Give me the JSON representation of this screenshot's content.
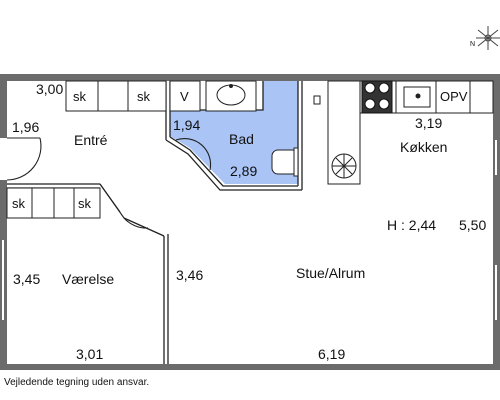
{
  "plan": {
    "rooms": {
      "entre": "Entré",
      "bad": "Bad",
      "kokken": "Køkken",
      "vaerelse": "Værelse",
      "stue": "Stue/Alrum"
    },
    "dims": {
      "entre_top": "3,00",
      "entre_side": "1,96",
      "bad_left": "1,94",
      "bad_bottom": "2,89",
      "kokken_top": "3,19",
      "stue_right": "5,50",
      "vaerelse_left": "3,45",
      "vaerelse_right": "3,46",
      "vaerelse_bottom": "3,01",
      "stue_bottom": "6,19"
    },
    "ceiling_height": "H : 2,44",
    "fixtures": {
      "sk": "sk",
      "v": "V",
      "opv": "OPV"
    },
    "colors": {
      "wall": "#6b6b6b",
      "bathroom": "#a9c4f5",
      "line": "#222222"
    },
    "compass_label": "N"
  },
  "footer": {
    "disclaimer": "Vejledende tegning uden ansvar."
  }
}
